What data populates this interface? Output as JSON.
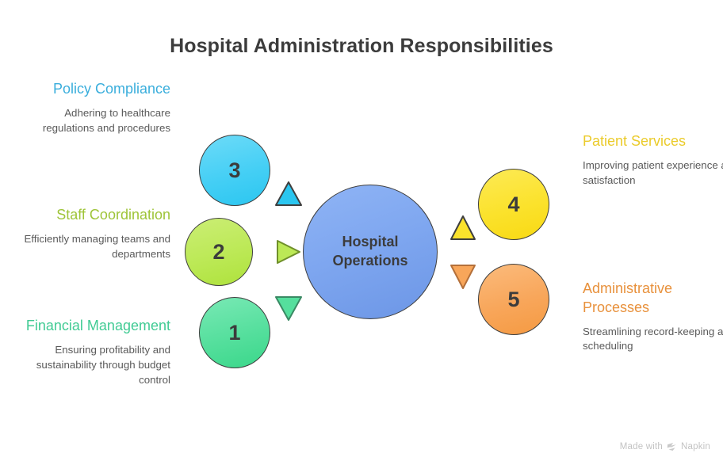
{
  "title": "Hospital Administration Responsibilities",
  "center": {
    "label_line1": "Hospital",
    "label_line2": "Operations",
    "color": "#7FA7F0"
  },
  "nodes": [
    {
      "number": "1",
      "color": "#55DF9D",
      "side": "left",
      "connector": "triangle-down"
    },
    {
      "number": "2",
      "color": "#BCE956",
      "side": "left",
      "connector": "triangle-right"
    },
    {
      "number": "3",
      "color": "#45CFF5",
      "side": "left",
      "connector": "triangle-up"
    },
    {
      "number": "4",
      "color": "#FBE22C",
      "side": "right",
      "connector": "triangle-up"
    },
    {
      "number": "5",
      "color": "#F8A65A",
      "side": "right",
      "connector": "triangle-down"
    }
  ],
  "items": {
    "policy": {
      "heading": "Policy Compliance",
      "description": "Adhering to healthcare regulations and procedures",
      "color": "#3AAEDC"
    },
    "staff": {
      "heading": "Staff Coordination",
      "description": "Efficiently managing teams and departments",
      "color": "#9EC438"
    },
    "financial": {
      "heading": "Financial Management",
      "description": "Ensuring profitability and sustainability through budget control",
      "color": "#41CB94"
    },
    "patient": {
      "heading": "Patient Services",
      "description": "Improving patient experience and satisfaction",
      "color": "#EBCB2B"
    },
    "admin": {
      "heading": "Administrative Processes",
      "description": "Streamlining record-keeping and scheduling",
      "color": "#E8913C"
    }
  },
  "watermark": {
    "text": "Made with",
    "brand": "Napkin",
    "icon": "napkin-logo-icon"
  }
}
